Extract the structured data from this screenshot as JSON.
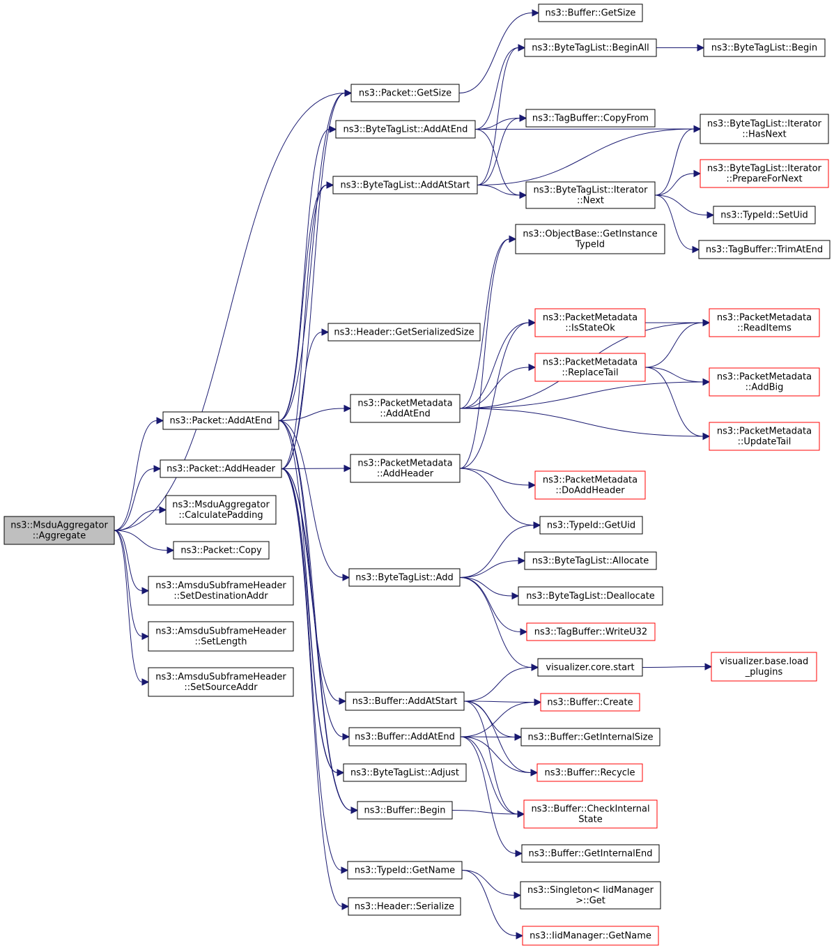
{
  "colors": {
    "edge": "#191970",
    "node_border": "#000000",
    "node_border_truncated": "#ff0000",
    "node_fill": "#ffffff",
    "root_fill": "#bfbfbf"
  },
  "nodes": [
    {
      "id": "root",
      "lines": [
        "ns3::MsduAggregator",
        "::Aggregate"
      ],
      "style": "root"
    },
    {
      "id": "p_addatend",
      "lines": [
        "ns3::Packet::AddAtEnd"
      ]
    },
    {
      "id": "p_addheader",
      "lines": [
        "ns3::Packet::AddHeader"
      ]
    },
    {
      "id": "calcpad",
      "lines": [
        "ns3::MsduAggregator",
        "::CalculatePadding"
      ]
    },
    {
      "id": "p_copy",
      "lines": [
        "ns3::Packet::Copy"
      ]
    },
    {
      "id": "set_dest",
      "lines": [
        "ns3::AmsduSubframeHeader",
        "::SetDestinationAddr"
      ]
    },
    {
      "id": "set_len",
      "lines": [
        "ns3::AmsduSubframeHeader",
        "::SetLength"
      ]
    },
    {
      "id": "set_src",
      "lines": [
        "ns3::AmsduSubframeHeader",
        "::SetSourceAddr"
      ]
    },
    {
      "id": "p_getsize",
      "lines": [
        "ns3::Packet::GetSize"
      ]
    },
    {
      "id": "btl_addatend",
      "lines": [
        "ns3::ByteTagList::AddAtEnd"
      ]
    },
    {
      "id": "btl_addatstart",
      "lines": [
        "ns3::ByteTagList::AddAtStart"
      ]
    },
    {
      "id": "h_getser",
      "lines": [
        "ns3::Header::GetSerializedSize"
      ]
    },
    {
      "id": "pm_addatend",
      "lines": [
        "ns3::PacketMetadata",
        "::AddAtEnd"
      ]
    },
    {
      "id": "pm_addheader",
      "lines": [
        "ns3::PacketMetadata",
        "::AddHeader"
      ]
    },
    {
      "id": "btl_add",
      "lines": [
        "ns3::ByteTagList::Add"
      ]
    },
    {
      "id": "buf_addatstart",
      "lines": [
        "ns3::Buffer::AddAtStart"
      ]
    },
    {
      "id": "buf_addatend",
      "lines": [
        "ns3::Buffer::AddAtEnd"
      ]
    },
    {
      "id": "btl_adjust",
      "lines": [
        "ns3::ByteTagList::Adjust"
      ]
    },
    {
      "id": "buf_begin",
      "lines": [
        "ns3::Buffer::Begin"
      ]
    },
    {
      "id": "tid_getname",
      "lines": [
        "ns3::TypeId::GetName"
      ]
    },
    {
      "id": "h_serialize",
      "lines": [
        "ns3::Header::Serialize"
      ]
    },
    {
      "id": "buf_getsize",
      "lines": [
        "ns3::Buffer::GetSize"
      ]
    },
    {
      "id": "btl_beginall",
      "lines": [
        "ns3::ByteTagList::BeginAll"
      ]
    },
    {
      "id": "tb_copyfrom",
      "lines": [
        "ns3::TagBuffer::CopyFrom"
      ]
    },
    {
      "id": "btli_next",
      "lines": [
        "ns3::ByteTagList::Iterator",
        "::Next"
      ]
    },
    {
      "id": "ob_getinst",
      "lines": [
        "ns3::ObjectBase::GetInstance",
        "TypeId"
      ]
    },
    {
      "id": "pm_isstateok",
      "lines": [
        "ns3::PacketMetadata",
        "::IsStateOk"
      ],
      "style": "truncated"
    },
    {
      "id": "pm_replacetail",
      "lines": [
        "ns3::PacketMetadata",
        "::ReplaceTail"
      ],
      "style": "truncated"
    },
    {
      "id": "pm_doaddheader",
      "lines": [
        "ns3::PacketMetadata",
        "::DoAddHeader"
      ],
      "style": "truncated"
    },
    {
      "id": "tid_getuid",
      "lines": [
        "ns3::TypeId::GetUid"
      ]
    },
    {
      "id": "btl_allocate",
      "lines": [
        "ns3::ByteTagList::Allocate"
      ]
    },
    {
      "id": "btl_deallocate",
      "lines": [
        "ns3::ByteTagList::Deallocate"
      ]
    },
    {
      "id": "tb_writeu32",
      "lines": [
        "ns3::TagBuffer::WriteU32"
      ],
      "style": "truncated"
    },
    {
      "id": "vis_start",
      "lines": [
        "visualizer.core.start"
      ]
    },
    {
      "id": "buf_create",
      "lines": [
        "ns3::Buffer::Create"
      ],
      "style": "truncated"
    },
    {
      "id": "buf_getintsize",
      "lines": [
        "ns3::Buffer::GetInternalSize"
      ]
    },
    {
      "id": "buf_recycle",
      "lines": [
        "ns3::Buffer::Recycle"
      ],
      "style": "truncated"
    },
    {
      "id": "buf_checkint",
      "lines": [
        "ns3::Buffer::CheckInternal",
        "State"
      ],
      "style": "truncated"
    },
    {
      "id": "buf_getintend",
      "lines": [
        "ns3::Buffer::GetInternalEnd"
      ]
    },
    {
      "id": "singleton_get",
      "lines": [
        "ns3::Singleton< IidManager",
        " >::Get"
      ]
    },
    {
      "id": "iid_getname",
      "lines": [
        "ns3::IidManager::GetName"
      ],
      "style": "truncated"
    },
    {
      "id": "btl_begin",
      "lines": [
        "ns3::ByteTagList::Begin"
      ]
    },
    {
      "id": "btli_hasnext",
      "lines": [
        "ns3::ByteTagList::Iterator",
        "::HasNext"
      ]
    },
    {
      "id": "btli_prepare",
      "lines": [
        "ns3::ByteTagList::Iterator",
        "::PrepareForNext"
      ],
      "style": "truncated"
    },
    {
      "id": "tid_setuid",
      "lines": [
        "ns3::TypeId::SetUid"
      ]
    },
    {
      "id": "tb_trimatend",
      "lines": [
        "ns3::TagBuffer::TrimAtEnd"
      ]
    },
    {
      "id": "pm_readitems",
      "lines": [
        "ns3::PacketMetadata",
        "::ReadItems"
      ],
      "style": "truncated"
    },
    {
      "id": "pm_addbig",
      "lines": [
        "ns3::PacketMetadata",
        "::AddBig"
      ],
      "style": "truncated"
    },
    {
      "id": "pm_updatetail",
      "lines": [
        "ns3::PacketMetadata",
        "::UpdateTail"
      ],
      "style": "truncated"
    },
    {
      "id": "vis_load",
      "lines": [
        "visualizer.base.load",
        "_plugins"
      ],
      "style": "truncated"
    }
  ],
  "edges": [
    [
      "root",
      "p_getsize"
    ],
    [
      "root",
      "p_addatend"
    ],
    [
      "root",
      "p_addheader"
    ],
    [
      "root",
      "calcpad"
    ],
    [
      "root",
      "p_copy"
    ],
    [
      "root",
      "set_dest"
    ],
    [
      "root",
      "set_len"
    ],
    [
      "root",
      "set_src"
    ],
    [
      "p_addatend",
      "p_getsize"
    ],
    [
      "p_addatend",
      "btl_addatend"
    ],
    [
      "p_addatend",
      "btl_addatstart"
    ],
    [
      "p_addatend",
      "pm_addatend"
    ],
    [
      "p_addatend",
      "btl_add"
    ],
    [
      "p_addatend",
      "buf_addatend"
    ],
    [
      "p_addatend",
      "btl_adjust"
    ],
    [
      "p_addatend",
      "buf_begin"
    ],
    [
      "p_addheader",
      "p_getsize"
    ],
    [
      "p_addheader",
      "btl_addatstart"
    ],
    [
      "p_addheader",
      "h_getser"
    ],
    [
      "p_addheader",
      "pm_addheader"
    ],
    [
      "p_addheader",
      "buf_addatstart"
    ],
    [
      "p_addheader",
      "btl_adjust"
    ],
    [
      "p_addheader",
      "buf_begin"
    ],
    [
      "p_addheader",
      "tid_getname"
    ],
    [
      "p_addheader",
      "h_serialize"
    ],
    [
      "p_getsize",
      "buf_getsize"
    ],
    [
      "btl_addatend",
      "btl_beginall"
    ],
    [
      "btl_addatend",
      "tb_copyfrom"
    ],
    [
      "btl_addatend",
      "btli_hasnext"
    ],
    [
      "btl_addatend",
      "btli_next"
    ],
    [
      "btl_addatstart",
      "btl_beginall"
    ],
    [
      "btl_addatstart",
      "tb_copyfrom"
    ],
    [
      "btl_addatstart",
      "btli_hasnext"
    ],
    [
      "btl_addatstart",
      "btli_next"
    ],
    [
      "btl_beginall",
      "btl_begin"
    ],
    [
      "btli_next",
      "btli_hasnext"
    ],
    [
      "btli_next",
      "btli_prepare"
    ],
    [
      "btli_next",
      "tid_setuid"
    ],
    [
      "btli_next",
      "tb_trimatend"
    ],
    [
      "pm_addatend",
      "ob_getinst"
    ],
    [
      "pm_addatend",
      "pm_isstateok"
    ],
    [
      "pm_addatend",
      "pm_readitems"
    ],
    [
      "pm_addatend",
      "pm_replacetail"
    ],
    [
      "pm_addatend",
      "pm_addbig"
    ],
    [
      "pm_addatend",
      "pm_updatetail"
    ],
    [
      "pm_addheader",
      "ob_getinst"
    ],
    [
      "pm_addheader",
      "pm_isstateok"
    ],
    [
      "pm_addheader",
      "pm_doaddheader"
    ],
    [
      "pm_addheader",
      "tid_getuid"
    ],
    [
      "pm_isstateok",
      "pm_readitems"
    ],
    [
      "pm_replacetail",
      "pm_readitems"
    ],
    [
      "pm_replacetail",
      "pm_addbig"
    ],
    [
      "pm_replacetail",
      "pm_updatetail"
    ],
    [
      "btl_add",
      "tid_getuid"
    ],
    [
      "btl_add",
      "btl_allocate"
    ],
    [
      "btl_add",
      "btl_deallocate"
    ],
    [
      "btl_add",
      "tb_writeu32"
    ],
    [
      "btl_add",
      "vis_start"
    ],
    [
      "vis_start",
      "vis_load"
    ],
    [
      "buf_addatstart",
      "vis_start"
    ],
    [
      "buf_addatstart",
      "buf_create"
    ],
    [
      "buf_addatstart",
      "buf_getintsize"
    ],
    [
      "buf_addatstart",
      "buf_recycle"
    ],
    [
      "buf_addatstart",
      "buf_checkint"
    ],
    [
      "buf_addatend",
      "buf_create"
    ],
    [
      "buf_addatend",
      "buf_getintsize"
    ],
    [
      "buf_addatend",
      "buf_recycle"
    ],
    [
      "buf_addatend",
      "buf_checkint"
    ],
    [
      "buf_addatend",
      "buf_getintend"
    ],
    [
      "buf_begin",
      "buf_checkint"
    ],
    [
      "tid_getname",
      "singleton_get"
    ],
    [
      "tid_getname",
      "iid_getname"
    ]
  ]
}
